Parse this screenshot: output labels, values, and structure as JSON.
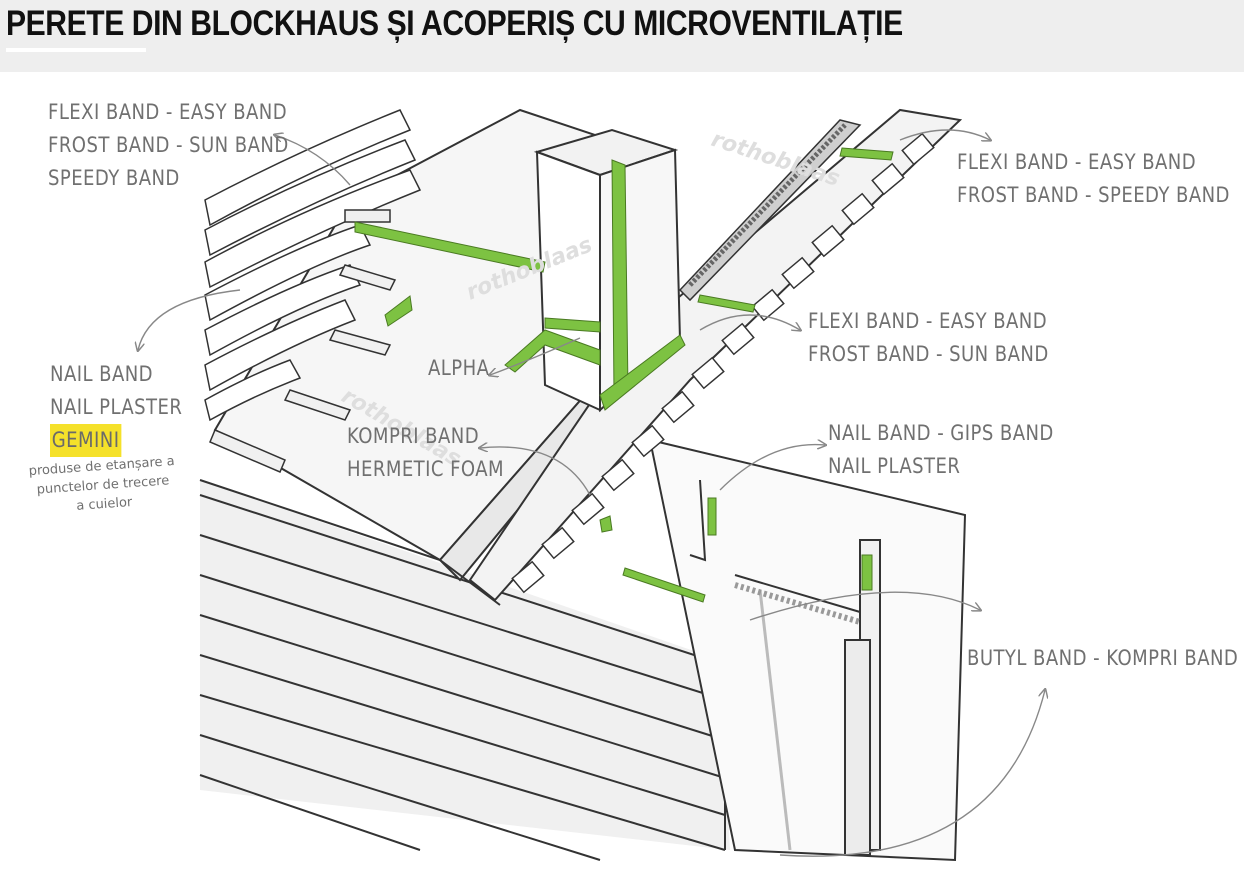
{
  "title": "PERETE DIN BLOCKHAUS ȘI ACOPERIȘ CU MICROVENTILAȚIE",
  "colors": {
    "accent_green": "#7dc242",
    "label_gray": "#707070",
    "highlight_yellow": "#f5e12a",
    "header_bg": "#eeeeee"
  },
  "labels": {
    "top_left": [
      "FLEXI BAND - EASY BAND",
      "FROST BAND - SUN BAND",
      "SPEEDY BAND"
    ],
    "top_right": [
      "FLEXI BAND - EASY BAND",
      "FROST BAND - SPEEDY BAND"
    ],
    "mid_right": [
      "FLEXI BAND - EASY BAND",
      "FROST BAND - SUN BAND"
    ],
    "left_nail": [
      "NAIL BAND",
      "NAIL PLASTER"
    ],
    "left_highlight": "GEMINI",
    "left_note": [
      "produse de etanșare a",
      "punctelor de trecere",
      "a cuielor"
    ],
    "alpha": "ALPHA",
    "kompri": [
      "KOMPRI BAND",
      "HERMETIC FOAM"
    ],
    "nail_gips": [
      "NAIL BAND - GIPS BAND",
      "NAIL PLASTER"
    ],
    "butyl": "BUTYL BAND - KOMPRI BAND"
  },
  "watermark_text": "rothoblaas"
}
